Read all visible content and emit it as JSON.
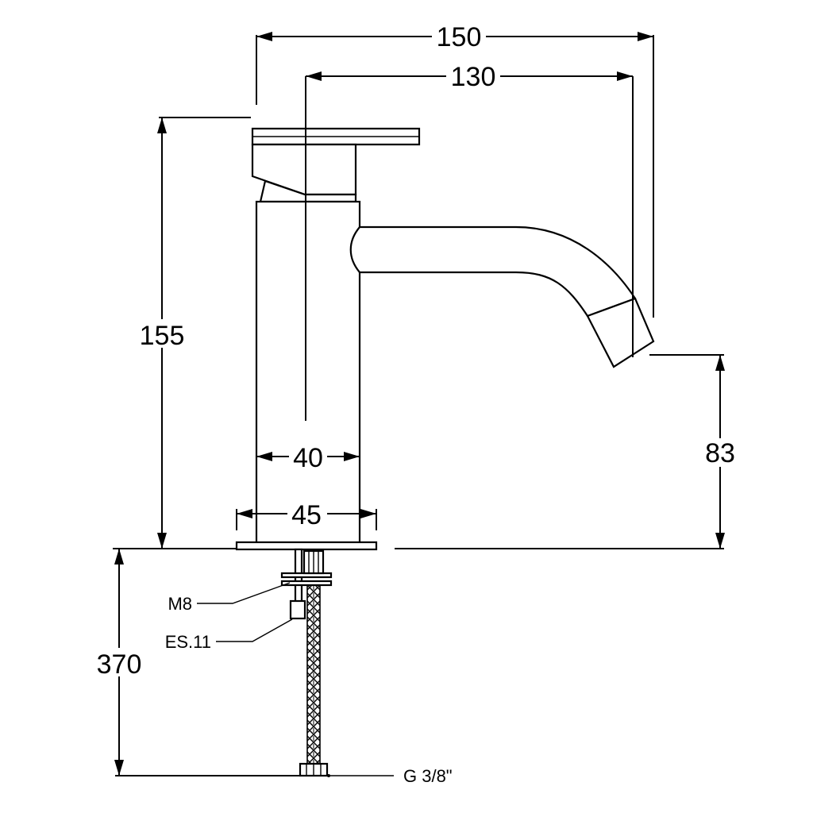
{
  "dimensions": {
    "overall_reach": "150",
    "spout_reach": "130",
    "total_height": "155",
    "spout_height": "83",
    "body_diameter": "40",
    "base_diameter": "45",
    "hose_length": "370"
  },
  "labels": {
    "stud_thread": "M8",
    "wrench_size": "ES.11",
    "hose_connection": "G 3/8\""
  }
}
